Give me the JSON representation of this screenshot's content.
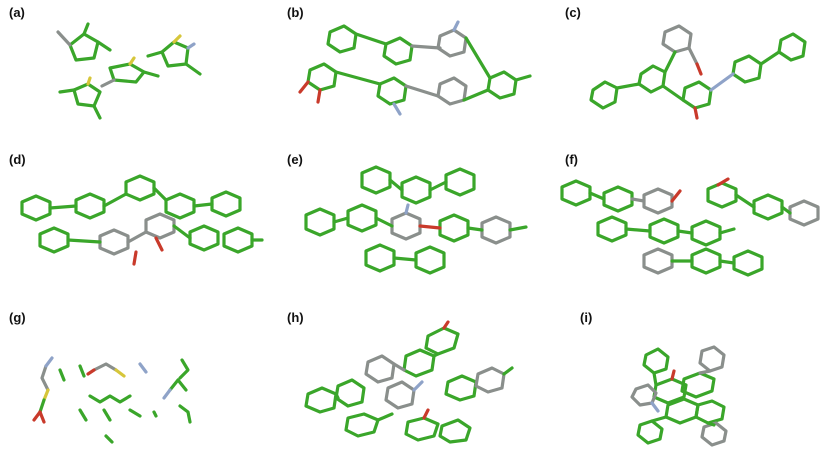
{
  "panels": [
    {
      "label": "(a)"
    },
    {
      "label": "(b)"
    },
    {
      "label": "(c)"
    },
    {
      "label": "(d)"
    },
    {
      "label": "(e)"
    },
    {
      "label": "(f)"
    },
    {
      "label": "(g)"
    },
    {
      "label": "(h)"
    },
    {
      "label": "(i)"
    }
  ],
  "colors": {
    "carbon_green": "#3aa62a",
    "carbon_grey": "#8a8f8c",
    "sulfur": "#d6c63a",
    "oxygen": "#c93a2b",
    "nitrogen": "#8fa3c8"
  }
}
